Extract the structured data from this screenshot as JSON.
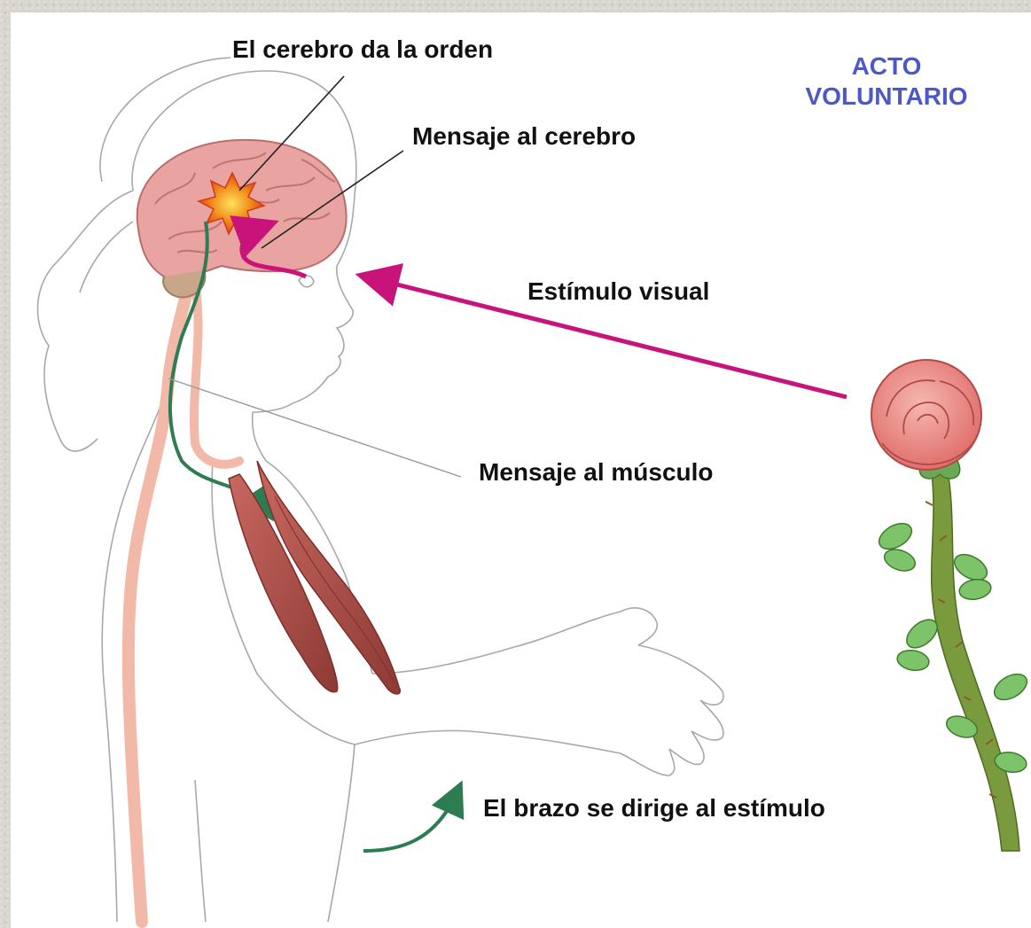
{
  "title": {
    "line1": "ACTO",
    "line2": "VOLUNTARIO"
  },
  "labels": {
    "brain_order": "El cerebro da la orden",
    "message_brain": "Mensaje al cerebro",
    "visual_stimulus": "Estímulo visual",
    "message_muscle": "Mensaje al músculo",
    "arm_moves": "El brazo se dirige al estímulo"
  },
  "colors": {
    "sensory_path": "#c8147a",
    "motor_path": "#2e7d52",
    "brain": "#e9a3a0",
    "muscle": "#b8544e",
    "nerve": "#f2b9a8",
    "title": "#4c58c8"
  }
}
